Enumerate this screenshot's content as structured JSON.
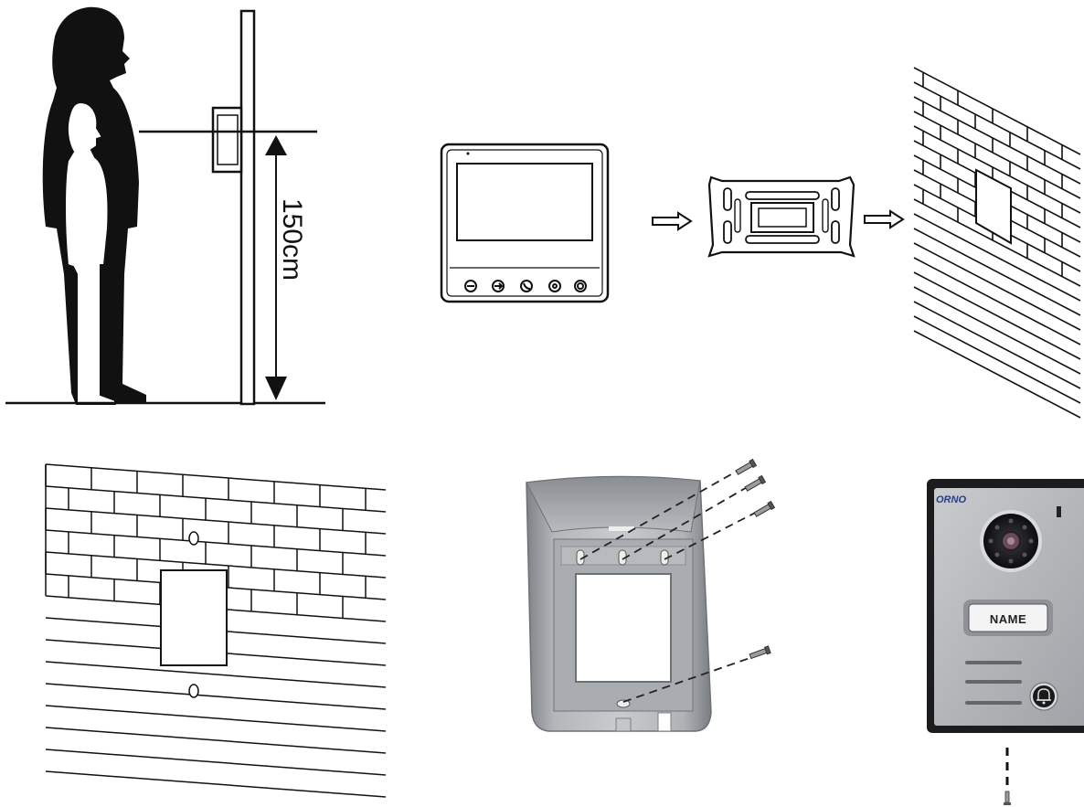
{
  "height_label": "150cm",
  "brand_logo": "ORNO",
  "name_plate": "NAME",
  "colors": {
    "silhouette": "#111111",
    "line": "#111111",
    "panel_silver": "#b9bcc0",
    "canopy_grey": "#9ea2a6",
    "brand_blue": "#1f3f8f"
  },
  "icons": [
    "person-silhouette-icon",
    "child-silhouette-icon",
    "arrow-right-icon",
    "bell-icon",
    "screw-icon"
  ]
}
